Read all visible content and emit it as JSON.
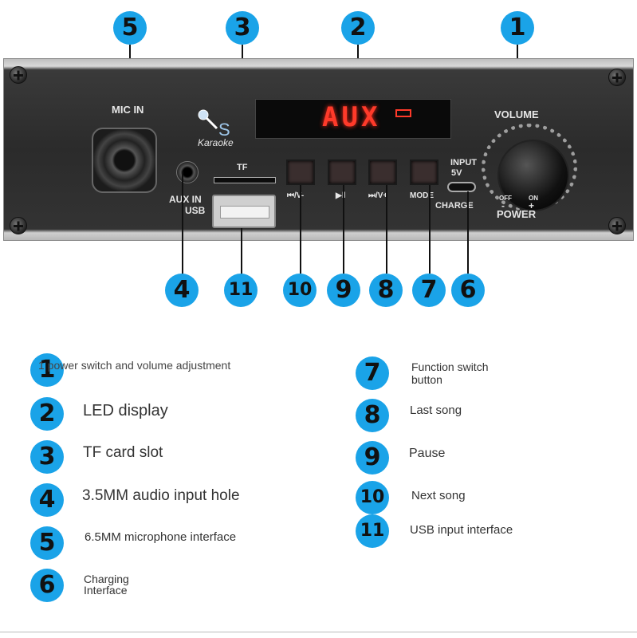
{
  "panel": {
    "mic_in_label": "MIC IN",
    "karaoke_brand": "Karaoke",
    "brand_letter": "S",
    "tf_label": "TF",
    "aux_in_label": "AUX IN",
    "usb_label": "USB",
    "display_text": "AUX",
    "volume_label": "VOLUME",
    "power_label": "POWER",
    "off_label": "OFF",
    "on_label": "ON",
    "minus_label": "-",
    "plus_label": "+",
    "input_label": "INPUT",
    "input_voltage": "5V",
    "charge_label": "CHARGE",
    "buttons": [
      {
        "label": "⏮/V-"
      },
      {
        "label": "▶‖"
      },
      {
        "label": "⏭/V+"
      },
      {
        "label": "MODE"
      }
    ]
  },
  "callouts": [
    "1",
    "2",
    "3",
    "4",
    "5",
    "6",
    "7",
    "8",
    "9",
    "10",
    "11"
  ],
  "legend": {
    "left": [
      {
        "num": "1",
        "text": "1 power switch and volume adjustment"
      },
      {
        "num": "2",
        "text": "LED display"
      },
      {
        "num": "3",
        "text": "TF card slot"
      },
      {
        "num": "4",
        "text": "3.5MM audio input hole"
      },
      {
        "num": "5",
        "text": "6.5MM microphone interface"
      },
      {
        "num": "6",
        "text": "Charging\nInterface"
      }
    ],
    "right": [
      {
        "num": "7",
        "text": "Function switch\nbutton"
      },
      {
        "num": "8",
        "text": "Last song"
      },
      {
        "num": "9",
        "text": "Pause"
      },
      {
        "num": "10",
        "text": "Next song"
      },
      {
        "num": "11",
        "text": "USB input interface"
      }
    ]
  },
  "colors": {
    "badge": "#1aa3e8",
    "led": "#ff3a2a",
    "panel": "#2b2b2b"
  }
}
